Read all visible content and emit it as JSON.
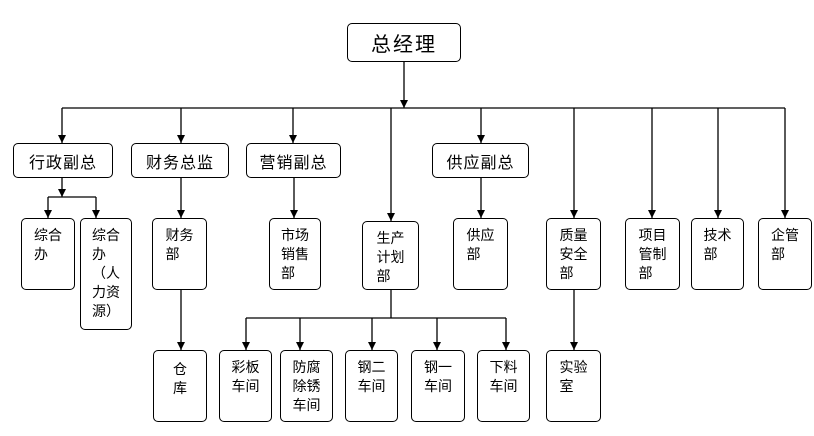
{
  "org_chart": {
    "label": "总经理",
    "children": [
      {
        "label": "行政副总",
        "children": [
          {
            "lines": [
              "综合",
              "办"
            ]
          },
          {
            "lines": [
              "综合",
              "办",
              "（人",
              "力资",
              "源）"
            ]
          }
        ]
      },
      {
        "label": "财务总监",
        "children": [
          {
            "lines": [
              "财务",
              "部"
            ],
            "children": [
              {
                "lines": [
                  "仓",
                  "库"
                ]
              }
            ]
          }
        ]
      },
      {
        "label": "营销副总",
        "children": [
          {
            "lines": [
              "市场",
              "销售",
              "部"
            ]
          }
        ]
      },
      {
        "lines": [
          "生产",
          "计划",
          "部"
        ],
        "children": [
          {
            "lines": [
              "彩板",
              "车间"
            ]
          },
          {
            "lines": [
              "防腐",
              "除锈",
              "车间"
            ]
          },
          {
            "lines": [
              "钢二",
              "车间"
            ]
          },
          {
            "lines": [
              "钢一",
              "车间"
            ]
          },
          {
            "lines": [
              "下料",
              "车间"
            ]
          }
        ]
      },
      {
        "label": "供应副总",
        "children": [
          {
            "lines": [
              "供应",
              "部"
            ]
          }
        ]
      },
      {
        "lines": [
          "质量",
          "安全",
          "部"
        ],
        "children": [
          {
            "lines": [
              "实验",
              "室"
            ]
          }
        ]
      },
      {
        "lines": [
          "项目",
          "管制",
          "部"
        ]
      },
      {
        "lines": [
          "技术",
          "部"
        ]
      },
      {
        "lines": [
          "企管",
          "部"
        ]
      }
    ]
  }
}
